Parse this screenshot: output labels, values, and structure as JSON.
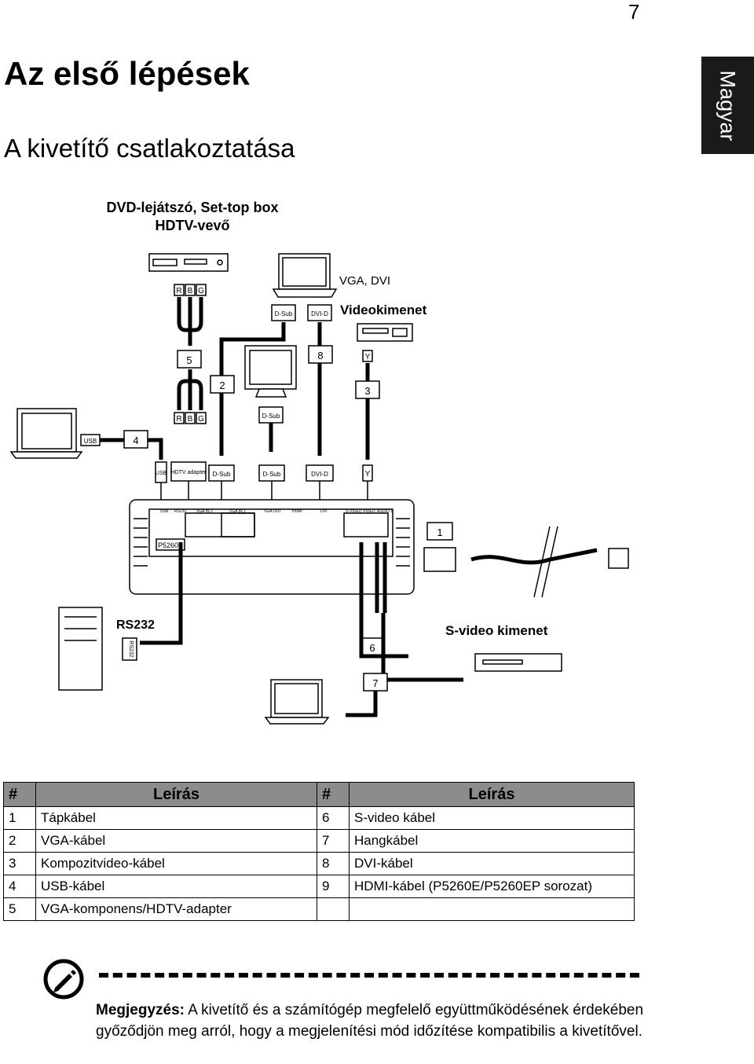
{
  "page": {
    "number": "7",
    "side_tab": "Magyar"
  },
  "title": "Az első lépések",
  "subtitle": "A kivetítő csatlakoztatása",
  "diagram": {
    "labels": {
      "dvd": "DVD-lejátszó, Set-top box",
      "hdtv": "HDTV-vevő",
      "vga_dvi": "VGA, DVI",
      "videokimenet": "Videokimenet",
      "svideo_kimenet": "S-video kimenet",
      "rs232": "RS232",
      "rs232_port": "RS232",
      "dsub": "D-Sub",
      "dvid": "DVI-D",
      "usb": "USB",
      "hdtv_adapter": "HDTV adapter",
      "r": "R",
      "b": "B",
      "g": "G",
      "y": "Y",
      "model": "P5260E"
    },
    "ports": [
      "USB",
      "RS232",
      "VGA IN 2",
      "VGA IN 1",
      "VGA OUT",
      "HDMI",
      "DVI",
      "S-VIDEO",
      "VIDEO",
      "AUDIO 1"
    ],
    "callouts": [
      "1",
      "2",
      "3",
      "4",
      "5",
      "6",
      "7",
      "8"
    ]
  },
  "table": {
    "headers": [
      "#",
      "Leírás",
      "#",
      "Leírás"
    ],
    "rows": [
      [
        "1",
        "Tápkábel",
        "6",
        "S-video kábel"
      ],
      [
        "2",
        "VGA-kábel",
        "7",
        "Hangkábel"
      ],
      [
        "3",
        "Kompozitvideo-kábel",
        "8",
        "DVI-kábel"
      ],
      [
        "4",
        "USB-kábel",
        "9",
        "HDMI-kábel (P5260E/P5260EP sorozat)"
      ],
      [
        "5",
        "VGA-komponens/HDTV-adapter",
        "",
        ""
      ]
    ]
  },
  "note": {
    "label": "Megjegyzés:",
    "text": " A kivetítő és a számítógép megfelelő együttműködésének érdekében győződjön meg arról, hogy a megjelenítési mód időzítése kompatibilis a kivetítővel."
  }
}
